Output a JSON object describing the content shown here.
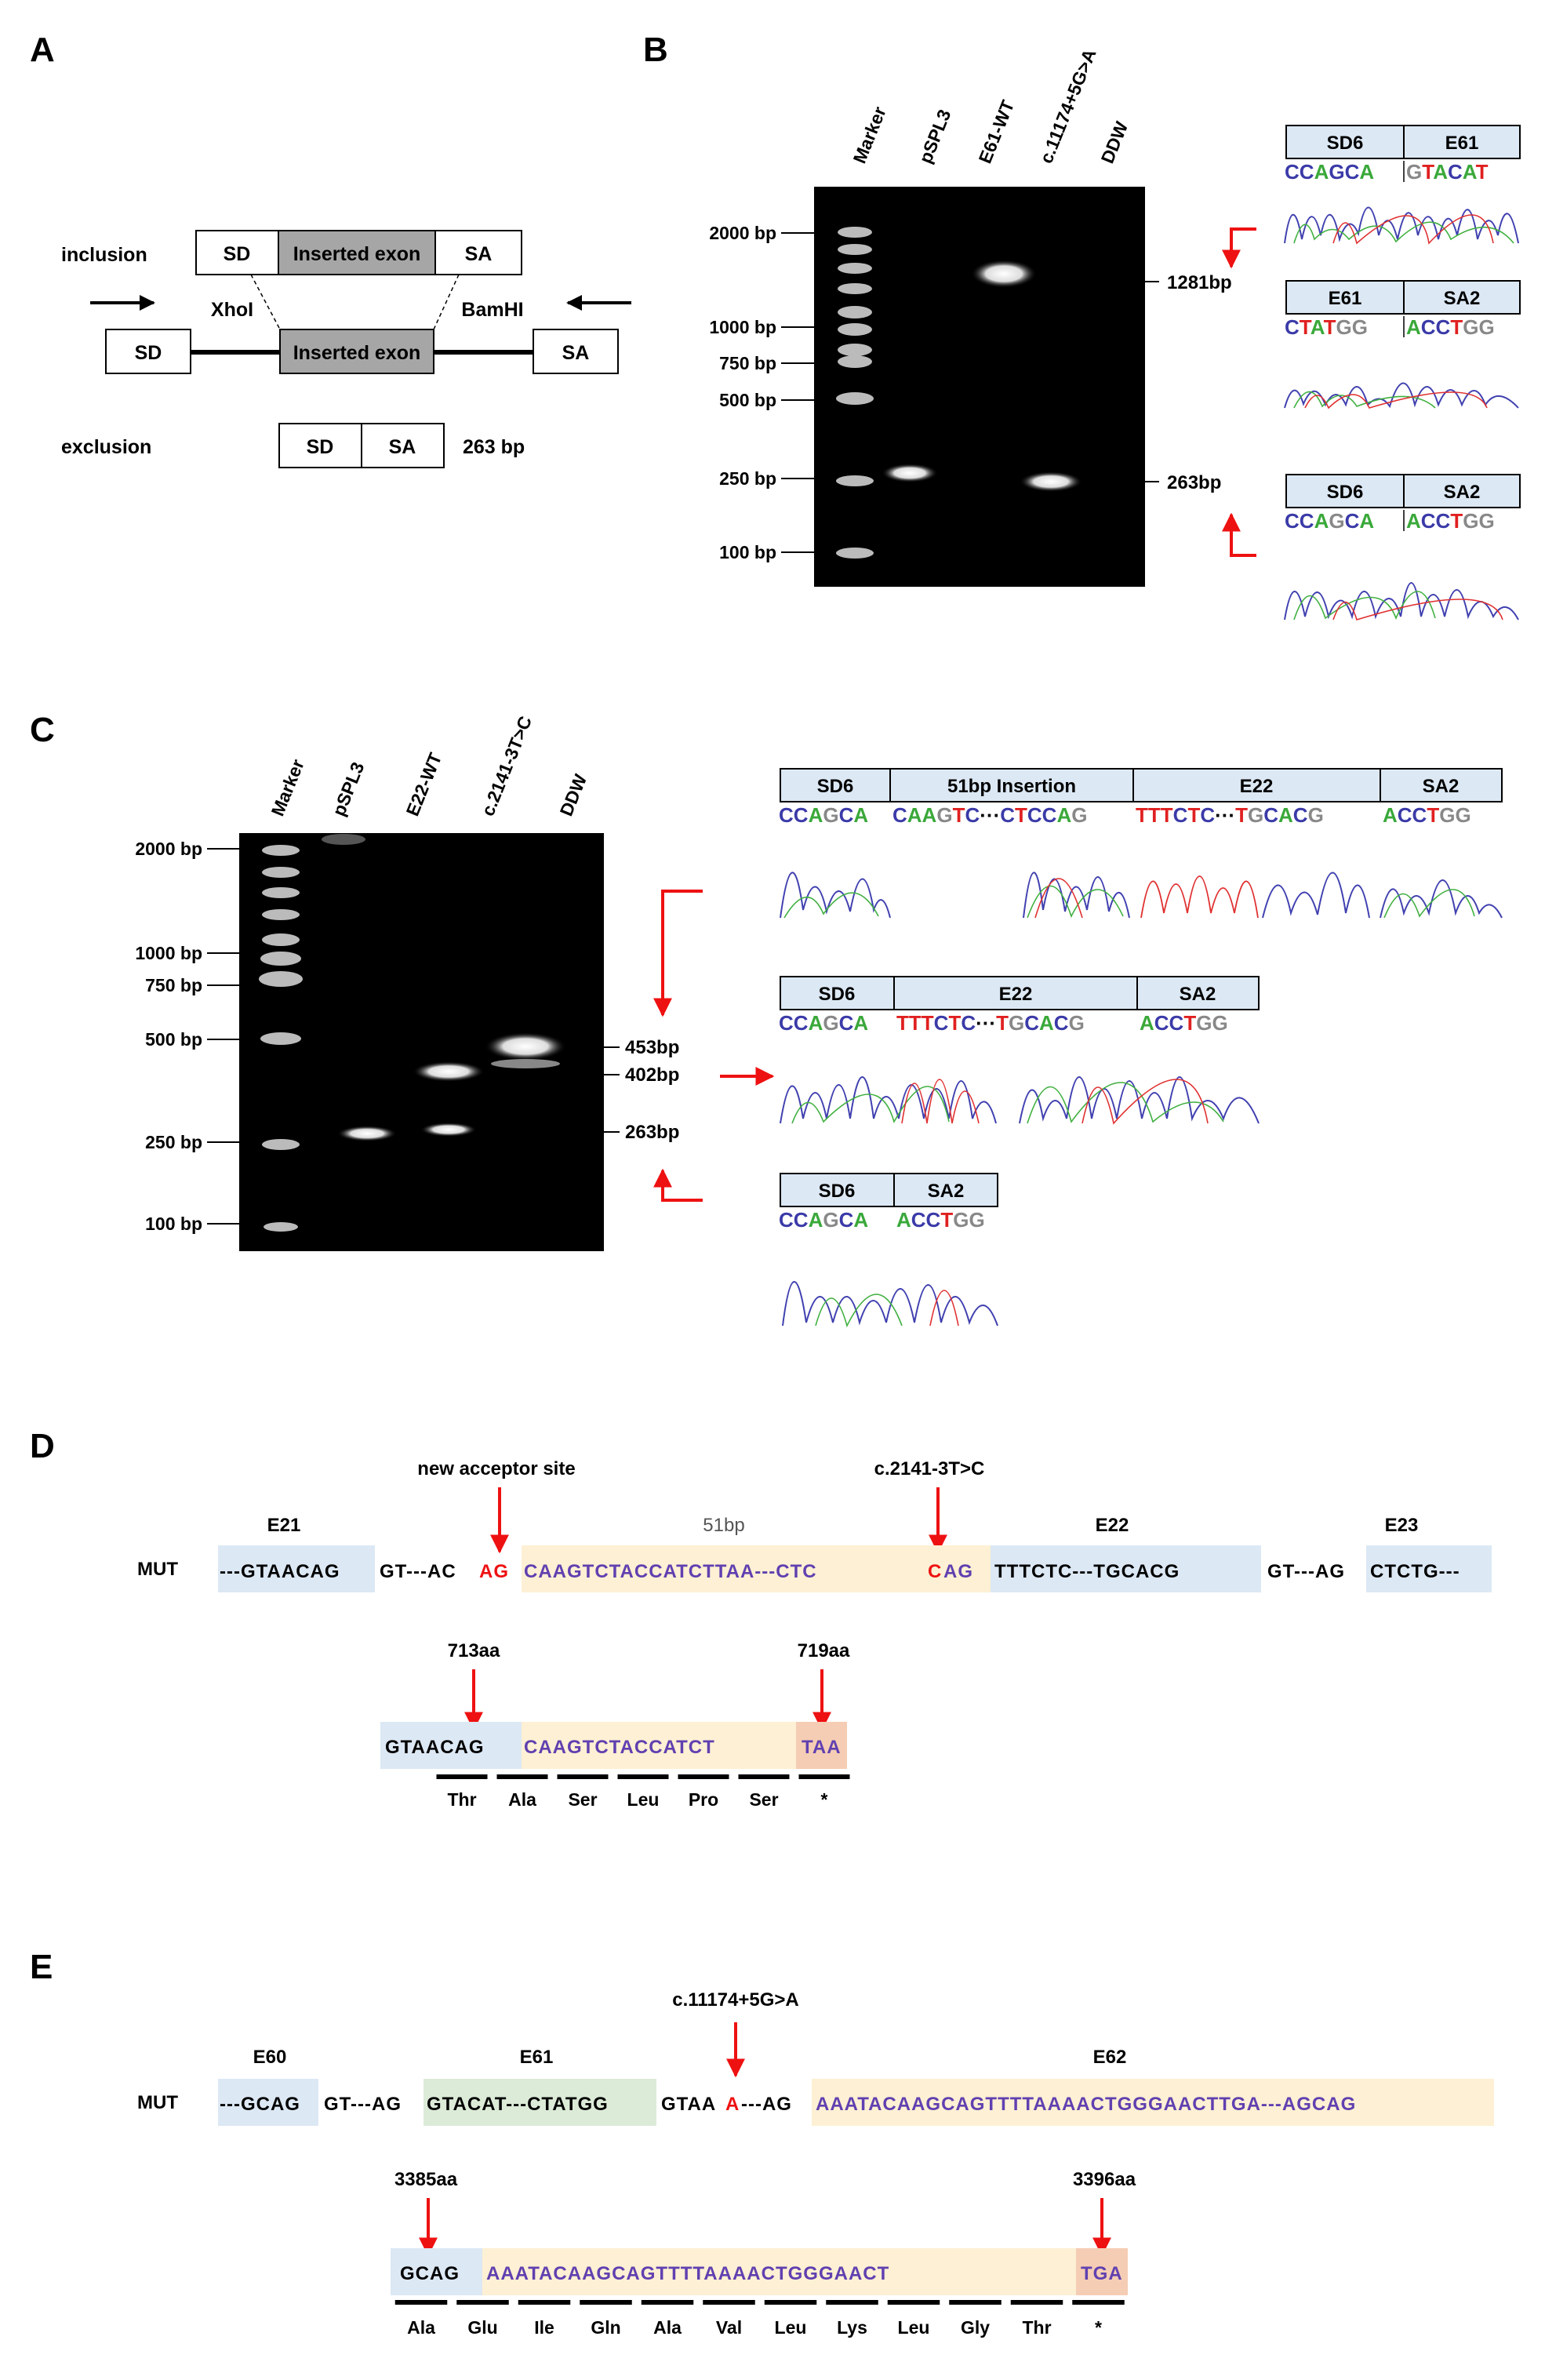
{
  "colors": {
    "arrow_red": "#ee1111",
    "blue_box": "#dce8f4",
    "yellow_box": "#fdf0d4",
    "green_box": "#dcebd8",
    "orange_box": "#f5cdb4",
    "purple_seq": "#6040b0",
    "gel_bg": "#000000"
  },
  "panelA": {
    "letter": "A",
    "inclusion": {
      "label": "inclusion",
      "sd": "SD",
      "exon": "Inserted exon",
      "sa": "SA"
    },
    "construct": {
      "sd": "SD",
      "exon": "Inserted exon",
      "sa": "SA",
      "site1": "XhoI",
      "site2": "BamHI"
    },
    "exclusion": {
      "label": "exclusion",
      "sd": "SD",
      "sa": "SA",
      "size": "263 bp"
    }
  },
  "panelB": {
    "letter": "B",
    "lanes": [
      "Marker",
      "pSPL3",
      "E61-WT",
      "c.11174+5G>A",
      "DDW"
    ],
    "ladder": [
      "2000 bp",
      "1000 bp",
      "750 bp",
      "500 bp",
      "250 bp",
      "100 bp"
    ],
    "bands": [
      "1281bp",
      "263bp"
    ],
    "seq1": {
      "h1": "SD6",
      "h2": "E61",
      "s1": "CCAGCA",
      "s2": "GTACAT"
    },
    "seq2": {
      "h1": "E61",
      "h2": "SA2",
      "s1": "CTATGG",
      "s2": "ACCTGG"
    },
    "seq3": {
      "h1": "SD6",
      "h2": "SA2",
      "s1": "CCAGCA",
      "s2": "ACCTGG"
    }
  },
  "panelC": {
    "letter": "C",
    "lanes": [
      "Marker",
      "pSPL3",
      "E22-WT",
      "c.2141-3T>C",
      "DDW"
    ],
    "ladder": [
      "2000 bp",
      "1000 bp",
      "750 bp",
      "500 bp",
      "250 bp",
      "100 bp"
    ],
    "bands": [
      "453bp",
      "402bp",
      "263bp"
    ],
    "seq1": {
      "h1": "SD6",
      "h2": "51bp Insertion",
      "h3": "E22",
      "h4": "SA2",
      "s1": "CCAGCA",
      "s2": "CAAGTC···CTCCAG",
      "s3": "TTTCTC···TGCACG",
      "s4": "ACCTGG"
    },
    "seq2": {
      "h1": "SD6",
      "h2": "E22",
      "h3": "SA2",
      "s1": "CCAGCA",
      "s2": "TTTCTC···TGCACG",
      "s3": "ACCTGG"
    },
    "seq3": {
      "h1": "SD6",
      "h2": "SA2",
      "s1": "CCAGCA",
      "s2": "ACCTGG"
    }
  },
  "panelD": {
    "letter": "D",
    "ann_acceptor": "new acceptor site",
    "ann_mut": "c.2141-3T>C",
    "lab_e21": "E21",
    "lab_51": "51bp",
    "lab_e22": "E22",
    "lab_e23": "E23",
    "mut": "MUT",
    "seq_e21": "---GTAACAG",
    "seq_gt": "GT---AC",
    "seq_ag": "AG",
    "seq_ins1": "CAAGTCTACCATCTTAA---CTC",
    "seq_c": "C",
    "seq_ag2": "AG",
    "seq_e22": "TTTCTC---TGCACG",
    "seq_gtag": "GT---AG",
    "seq_e23": "CTCTG---",
    "aa_start": "713aa",
    "aa_end": "719aa",
    "p_blue": "GTAACAG",
    "p_yellow": "CAAGTCTACCATCT",
    "p_stop": "TAA",
    "aas": [
      "Thr",
      "Ala",
      "Ser",
      "Leu",
      "Pro",
      "Ser",
      "*"
    ]
  },
  "panelE": {
    "letter": "E",
    "ann_mut": "c.11174+5G>A",
    "lab_e60": "E60",
    "lab_e61": "E61",
    "lab_e62": "E62",
    "mut": "MUT",
    "seq_e60": "---GCAG",
    "seq_gtag": "GT---AG",
    "seq_e61": "GTACAT---CTATGG",
    "seq_gtaa": "GTAA",
    "seq_a": "A",
    "seq_ag": "---AG",
    "seq_e62": "AAATACAAGCAGTTTTAAAACTGGGAACTTGA---AGCAG",
    "aa_start": "3385aa",
    "aa_end": "3396aa",
    "p_blue": "GCAG",
    "p_yellow": "AAATACAAGCAGTTTTAAAACTGGGAACT",
    "p_stop": "TGA",
    "aas": [
      "Ala",
      "Glu",
      "Ile",
      "Gln",
      "Ala",
      "Val",
      "Leu",
      "Lys",
      "Leu",
      "Gly",
      "Thr",
      "*"
    ]
  }
}
